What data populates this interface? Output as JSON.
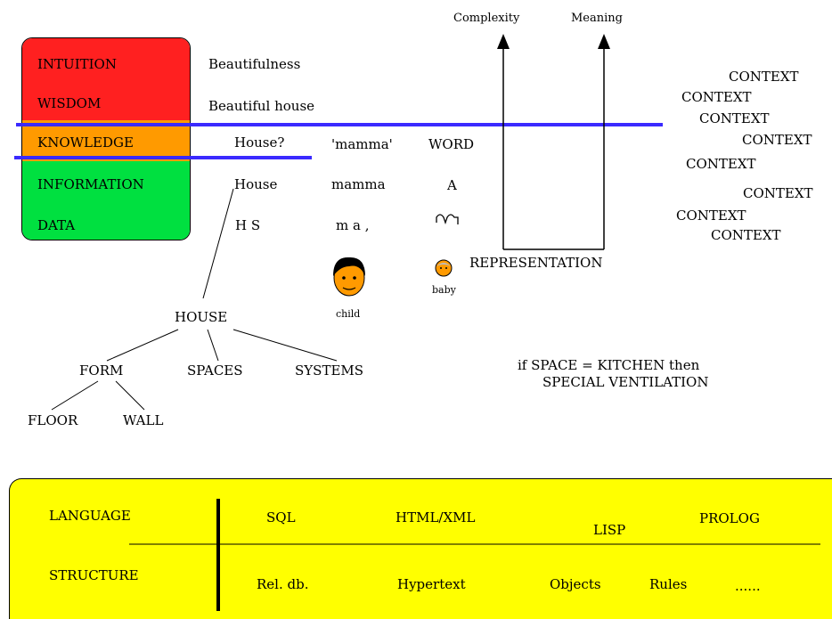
{
  "layers": {
    "intuition": "INTUITION",
    "wisdom": "WISDOM",
    "knowledge": "KNOWLEDGE",
    "information": "INFORMATION",
    "data": "DATA"
  },
  "colors": {
    "red": "#ff2020",
    "orange": "#ff9a00",
    "green": "#00e040",
    "blue": "#3a2aff",
    "yellow": "#ffff00"
  },
  "house_column": {
    "intuition": "Beautifulness",
    "wisdom": "Beautiful house",
    "knowledge": "House?",
    "information": "House",
    "data": "H  S"
  },
  "mamma_column": {
    "knowledge": "'mamma'",
    "information": "mamma",
    "data": "m  a  ,"
  },
  "word_column": {
    "knowledge": "WORD",
    "information": "A",
    "data_glyph": "waveform-icon"
  },
  "axes": {
    "complexity": "Complexity",
    "meaning": "Meaning"
  },
  "representation": "REPRESENTATION",
  "child_label": "child",
  "baby_label": "baby",
  "context_words": [
    "CONTEXT",
    "CONTEXT",
    "CONTEXT",
    "CONTEXT",
    "CONTEXT",
    "CONTEXT",
    "CONTEXT",
    "CONTEXT"
  ],
  "tree": {
    "root": "HOUSE",
    "form": "FORM",
    "spaces": "SPACES",
    "systems": "SYSTEMS",
    "floor": "FLOOR",
    "wall": "WALL"
  },
  "rule": {
    "line1": "if SPACE = KITCHEN then",
    "line2": "SPECIAL VENTILATION"
  },
  "language_table": {
    "language_label": "LANGUAGE",
    "structure_label": "STRUCTURE",
    "languages": [
      "SQL",
      "HTML/XML",
      "LISP",
      "PROLOG"
    ],
    "structures": [
      "Rel. db.",
      "Hypertext",
      "Objects",
      "Rules",
      "......"
    ]
  }
}
